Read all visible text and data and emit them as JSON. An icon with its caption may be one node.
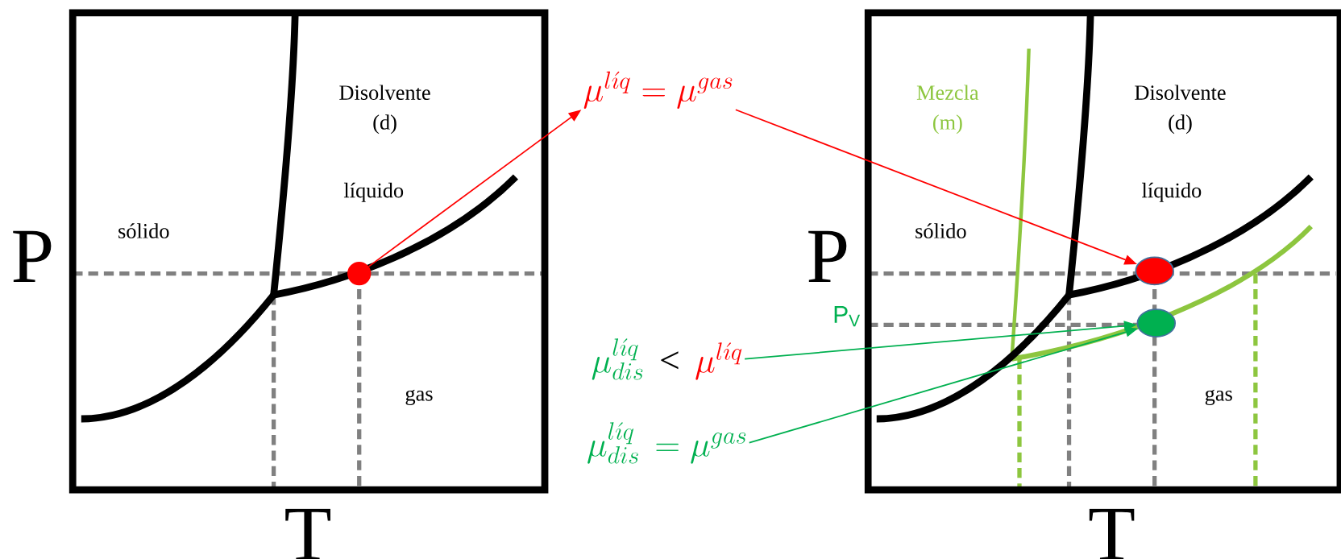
{
  "diagram": {
    "nodes": [
      {
        "text": [],
        "shape": "circle"
      },
      {
        "text": [
          "\\mu^{l\\acute{\\imath}q} = \\mu^{gas}"
        ]
      },
      {
        "text": [],
        "shape": "circle"
      },
      {
        "text": [
          "\\mu^{l\\acute{\\imath}q}_{dis}",
          "<",
          "\\mu^{l\\acute{\\imath}q}"
        ]
      },
      {
        "text": [],
        "shape": "circle"
      },
      {
        "text": [
          "\\mu^{l\\acute{\\imath}q}_{dis}",
          "= \\mu^{gas}"
        ]
      }
    ],
    "edges": [
      {
        "from": 0,
        "to": 1,
        "arrow": "to",
        "color": "#ff0000"
      },
      {
        "from": 1,
        "to": 2,
        "arrow": "to",
        "color": "#ff0000"
      },
      {
        "from": 3,
        "to": 4,
        "arrow": "to",
        "color": "#00b050"
      },
      {
        "from": 5,
        "to": 4,
        "arrow": "to",
        "color": "#00b050"
      }
    ],
    "labels": [
      "Disolvente (d)",
      "líquido",
      "sólido",
      "gas",
      "P",
      "T",
      "Mezcla (m)",
      "Disolvente (d)",
      "líquido",
      "sólido",
      "gas",
      "P",
      "P$_{V}$",
      "T"
    ]
  }
}
